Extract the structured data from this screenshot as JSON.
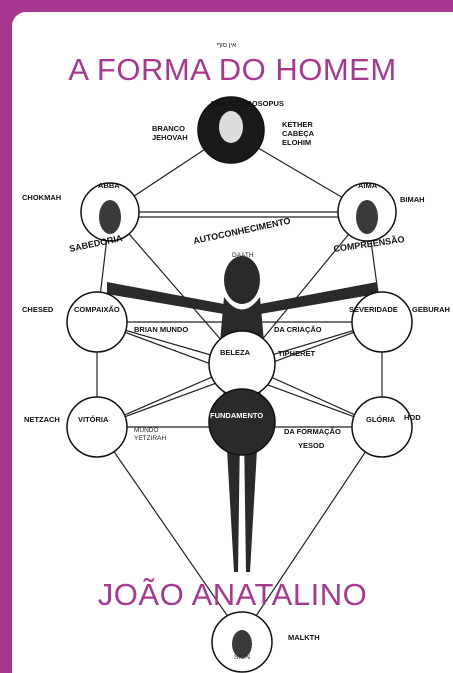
{
  "cover": {
    "title": "A FORMA DO HOMEM",
    "author": "JOÃO ANATALINO",
    "accent_color": "#a8388f"
  },
  "diagram": {
    "hebrew_top": "אין סוף",
    "top_ring": "MACRO PROSOPUS",
    "sephirot": {
      "kether": [
        "KETHER",
        "CABEÇA",
        "ELOHIM"
      ],
      "branco": [
        "BRANCO",
        "JEHOVAH"
      ],
      "abba": "ABBA",
      "aima": "AIMA",
      "chokmah": "CHOKMAH",
      "bimah": "BIMAH",
      "sabedoria": "SABEDORIA",
      "compreensao": "COMPREENSÃO",
      "autoconhecimento": "AUTOCONHECIMENTO",
      "daath": "DAATH",
      "chesed": "CHESED",
      "compaixao": "COMPAIXÃO",
      "severidade": "SEVERIDADE",
      "geburah": "GEBURAH",
      "brian_mundo": "BRIAN MUNDO",
      "da_criacao": "DA CRIAÇÃO",
      "beleza": "BELEZA",
      "tipheret": "TIPHERET",
      "netzach": "NETZACH",
      "vitoria": "VITÓRIA",
      "fundamento": "FUNDAMENTO",
      "gloria": "GLÓRIA",
      "hod": "HOD",
      "mundo_yetzirah": [
        "MUNDO",
        "YETZIRAH"
      ],
      "da_formacao": "DA FORMAÇÃO",
      "yesod": "YESOD",
      "malkth": "MALKTH",
      "sion": "SION"
    }
  }
}
